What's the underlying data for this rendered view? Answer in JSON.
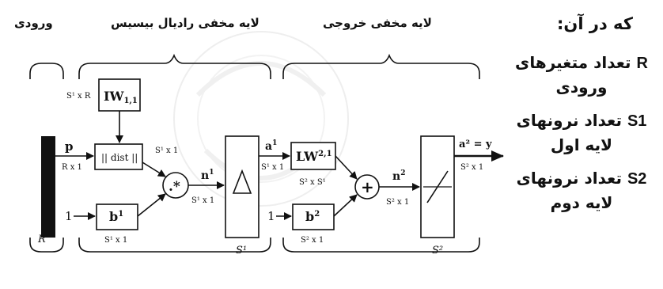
{
  "header_labels": {
    "input_layer": "ورودی",
    "hidden_layer": "لایه مخفی رادیال بیسیس",
    "output_layer": "لایه مخفی خروجی"
  },
  "legend": {
    "intro": "که در آن:",
    "items": [
      {
        "symbol": "R",
        "text": "تعداد متغیرهای ورودی"
      },
      {
        "symbol": "S1",
        "text": "تعداد نرونهای لایه اول"
      },
      {
        "symbol": "S2",
        "text": "تعداد نرونهای لایه دوم"
      }
    ]
  },
  "diagram": {
    "input_label": "p",
    "input_dim": "R x 1",
    "input_size": "R",
    "iw_label": "IW",
    "iw_sub": "1,1",
    "iw_dim": "S¹ x R",
    "dist_label": "|| dist ||",
    "dist_dim": "S¹ x 1",
    "one_1": "1",
    "one_2": "1",
    "b1_label": "b",
    "b1_sub": "1",
    "b1_dim": "S¹ x 1",
    "mult_symbol": ".*",
    "n1_label": "n",
    "n1_sup": "1",
    "n1_dim": "S¹ x 1",
    "layer1_size": "S¹",
    "a1_label": "a",
    "a1_sup": "1",
    "a1_dim": "S¹ x 1",
    "lw_label": "LW",
    "lw_sub": "2,1",
    "lw_dim": "S² x S¹",
    "b2_label": "b",
    "b2_sub": "2",
    "b2_dim": "S² x 1",
    "sum_symbol": "+",
    "n2_label": "n",
    "n2_sup": "2",
    "n2_dim": "S² x 1",
    "output_label": "a² = y",
    "output_dim": "S² x 1",
    "layer2_size": "S²"
  }
}
